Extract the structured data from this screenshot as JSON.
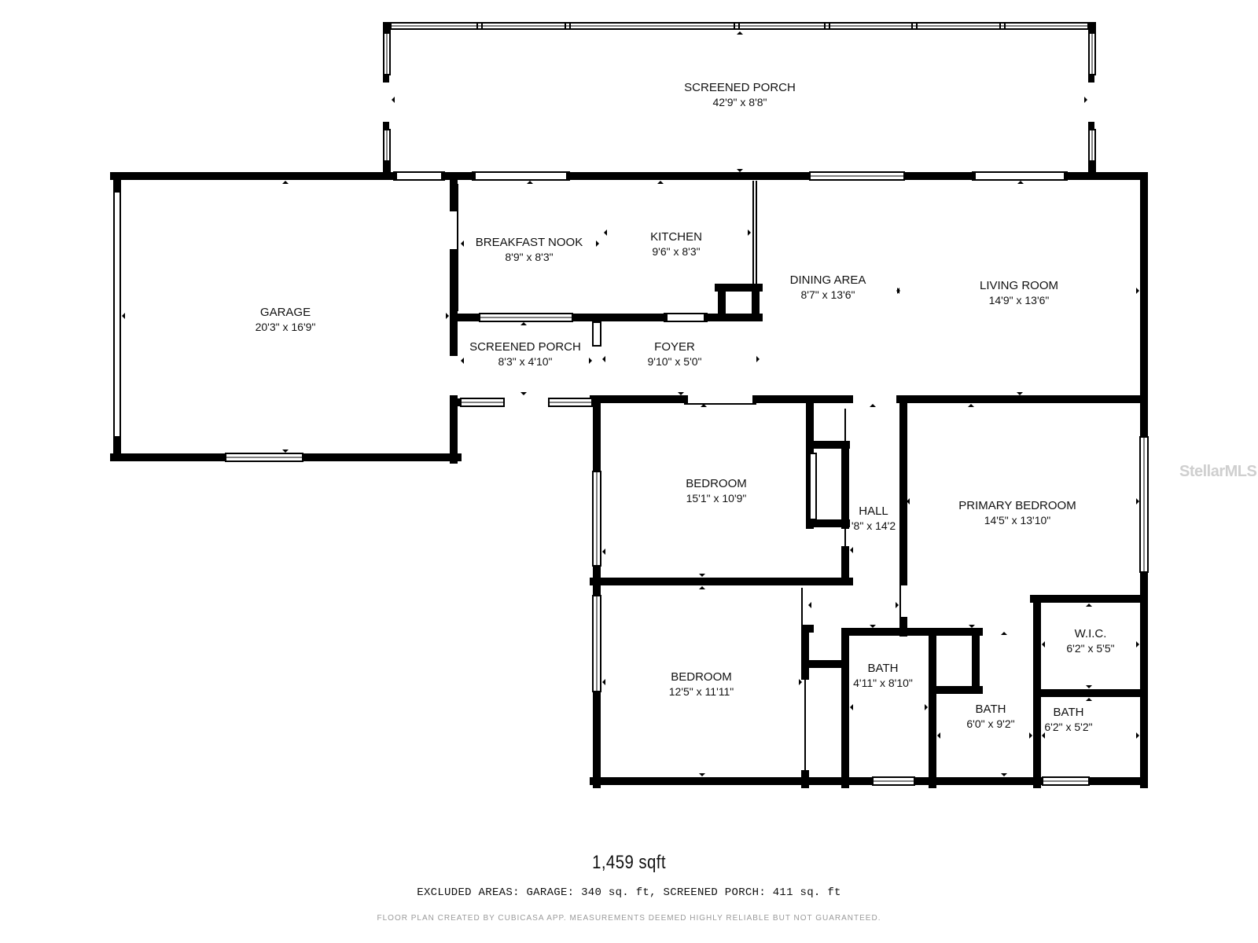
{
  "rooms": {
    "screened_porch_top": {
      "name": "SCREENED PORCH",
      "dims": "42'9\" x 8'8\""
    },
    "garage": {
      "name": "GARAGE",
      "dims": "20'3\" x 16'9\""
    },
    "breakfast_nook": {
      "name": "BREAKFAST NOOK",
      "dims": "8'9\" x 8'3\""
    },
    "kitchen": {
      "name": "KITCHEN",
      "dims": "9'6\" x 8'3\""
    },
    "dining_area": {
      "name": "DINING AREA",
      "dims": "8'7\" x 13'6\""
    },
    "living_room": {
      "name": "LIVING ROOM",
      "dims": "14'9\" x 13'6\""
    },
    "screened_porch_small": {
      "name": "SCREENED PORCH",
      "dims": "8'3\" x 4'10\""
    },
    "foyer": {
      "name": "FOYER",
      "dims": "9'10\" x 5'0\""
    },
    "bedroom_1": {
      "name": "BEDROOM",
      "dims": "15'1\" x 10'9\""
    },
    "hall": {
      "name": "HALL",
      "dims": "'8\" x 14'2"
    },
    "primary_bedroom": {
      "name": "PRIMARY BEDROOM",
      "dims": "14'5\" x 13'10\""
    },
    "wic": {
      "name": "W.I.C.",
      "dims": "6'2\" x 5'5\""
    },
    "bedroom_2": {
      "name": "BEDROOM",
      "dims": "12'5\" x 11'11\""
    },
    "bath_1": {
      "name": "BATH",
      "dims": "4'11\" x 8'10\""
    },
    "bath_2": {
      "name": "BATH",
      "dims": "6'0\" x 9'2\""
    },
    "bath_3": {
      "name": "BATH",
      "dims": "6'2\" x 5'2\""
    }
  },
  "footer": {
    "total_area": "1,459 sqft",
    "excluded_areas": "EXCLUDED AREAS: GARAGE: 340 sq. ft, SCREENED PORCH: 411 sq. ft",
    "disclaimer": "FLOOR PLAN CREATED BY CUBICASA APP. MEASUREMENTS DEEMED HIGHLY RELIABLE BUT NOT GUARANTEED."
  },
  "watermark": "StellarMLS",
  "colors": {
    "wall": "#000000",
    "background": "#ffffff",
    "disclaimer": "#9a9a9a",
    "watermark": "#cfcfcf"
  }
}
